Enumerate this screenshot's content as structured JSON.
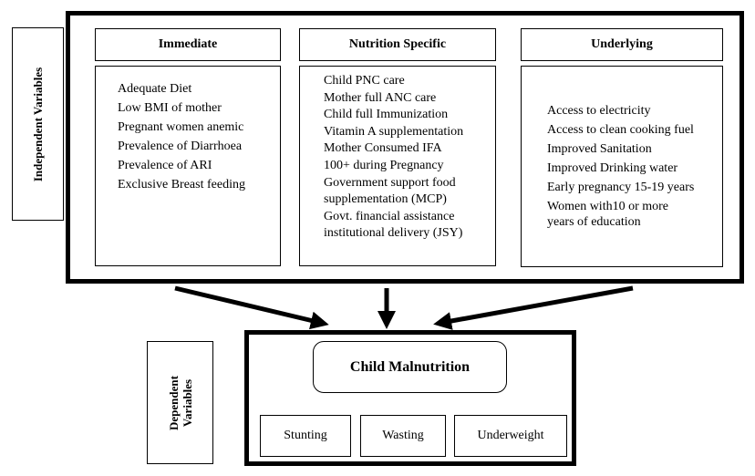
{
  "independent": {
    "side_label": "Independent Variables",
    "immediate": {
      "header": "Immediate",
      "items": [
        "Adequate Diet",
        "Low BMI of mother",
        "Pregnant women anemic",
        "Prevalence of Diarrhoea",
        "Prevalence of ARI",
        "Exclusive Breast feeding"
      ]
    },
    "nutrition_specific": {
      "header": "Nutrition Specific",
      "items": [
        "Child PNC care",
        "Mother full ANC care",
        "Child full Immunization",
        "Vitamin A supplementation",
        "Mother Consumed IFA",
        "100+ during Pregnancy",
        "Government support food",
        "supplementation (MCP)",
        "Govt. financial assistance",
        "institutional delivery (JSY)"
      ]
    },
    "underlying": {
      "header": "Underlying",
      "items": [
        "Access to electricity",
        "Access to clean cooking fuel",
        "Improved Sanitation",
        "Improved Drinking water",
        "Early pregnancy 15-19 years",
        "Women with10 or more",
        "years of education"
      ]
    }
  },
  "dependent": {
    "side_label_line1": "Dependent",
    "side_label_line2": "Variables",
    "title": "Child Malnutrition",
    "outcomes": [
      "Stunting",
      "Wasting",
      "Underweight"
    ]
  }
}
